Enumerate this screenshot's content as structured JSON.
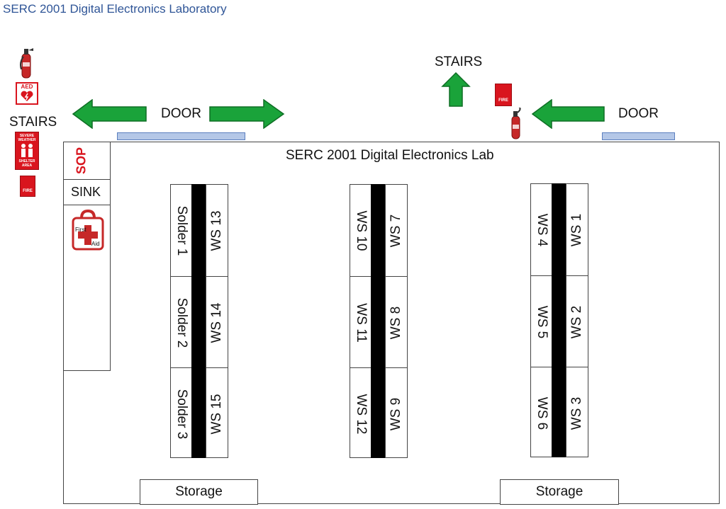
{
  "header": {
    "title": "SERC 2001 Digital Electronics Laboratory"
  },
  "room": {
    "title": "SERC 2001 Digital Electronics Lab"
  },
  "left_panel": {
    "sop": "SOP",
    "sink": "SINK",
    "first_aid_line1": "First",
    "first_aid_line2": "Aid"
  },
  "exits": {
    "left_stairs": "STAIRS",
    "top_stairs": "STAIRS",
    "left_door": "DOOR",
    "right_door": "DOOR"
  },
  "signs": {
    "aed": "AED",
    "shelter_line1": "SEVERE",
    "shelter_line2": "WEATHER",
    "shelter_line3": "SHELTER",
    "shelter_line4": "AREA",
    "fire_alarm": "FIRE"
  },
  "benches": {
    "left": {
      "outer": [
        "Solder 1",
        "Solder 2",
        "Solder 3"
      ],
      "inner": [
        "WS 13",
        "WS 14",
        "WS 15"
      ]
    },
    "middle": {
      "outer": [
        "WS 10",
        "WS 11",
        "WS 12"
      ],
      "inner": [
        "WS 7",
        "WS 8",
        "WS 9"
      ]
    },
    "right": {
      "outer": [
        "WS 4",
        "WS 5",
        "WS 6"
      ],
      "inner": [
        "WS 1",
        "WS 2",
        "WS 3"
      ]
    }
  },
  "storage": [
    "Storage",
    "Storage"
  ],
  "colors": {
    "arrow": "#1aa33a",
    "arrow_stroke": "#0e6e24",
    "title": "#2f5597",
    "sign_red": "#d9151e",
    "door_pad": "#b4c7e7"
  }
}
